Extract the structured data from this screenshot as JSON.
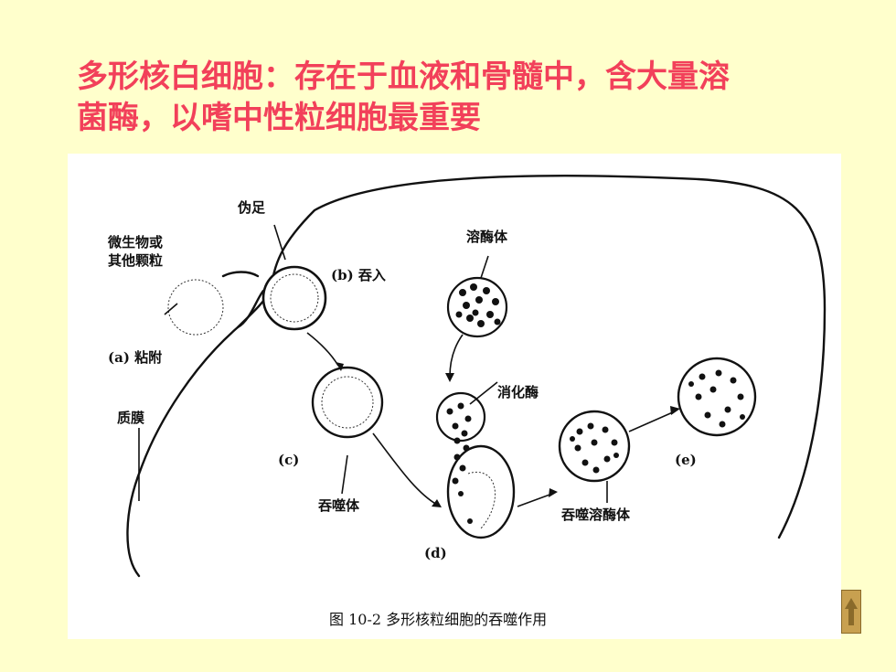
{
  "slide": {
    "title_line1": "多形核白细胞：存在于血液和骨髓中，含大量溶",
    "title_line2": "菌酶，以嗜中性粒细胞最重要"
  },
  "figure": {
    "labels": {
      "pseudopod": "伪足",
      "microbe_line1": "微生物或",
      "microbe_line2": "其他颗粒",
      "stage_a": "(a) 粘附",
      "stage_b": "(b) 吞入",
      "stage_c": "(c)",
      "stage_d": "(d)",
      "stage_e": "(e)",
      "membrane": "质膜",
      "phagosome": "吞噬体",
      "lysosome": "溶酶体",
      "digestive_enzyme": "消化酶",
      "phagolysosome": "吞噬溶酶体"
    },
    "caption": "图 10-2   多形核粒细胞的吞噬作用"
  },
  "nav": {
    "icon": "up-arrow-icon"
  }
}
